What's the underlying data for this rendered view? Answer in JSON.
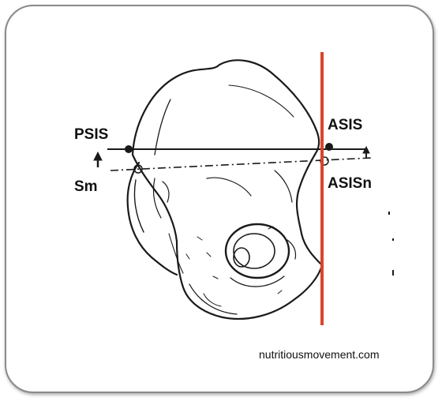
{
  "labels": {
    "psis": "PSIS",
    "sm": "Sm",
    "asis": "ASIS",
    "asisn": "ASISn"
  },
  "credit": "nutritiousmovement.com",
  "colors": {
    "vertical_line": "#d8452a",
    "ink": "#1a1a1a",
    "frame": "#8a8a8a"
  }
}
